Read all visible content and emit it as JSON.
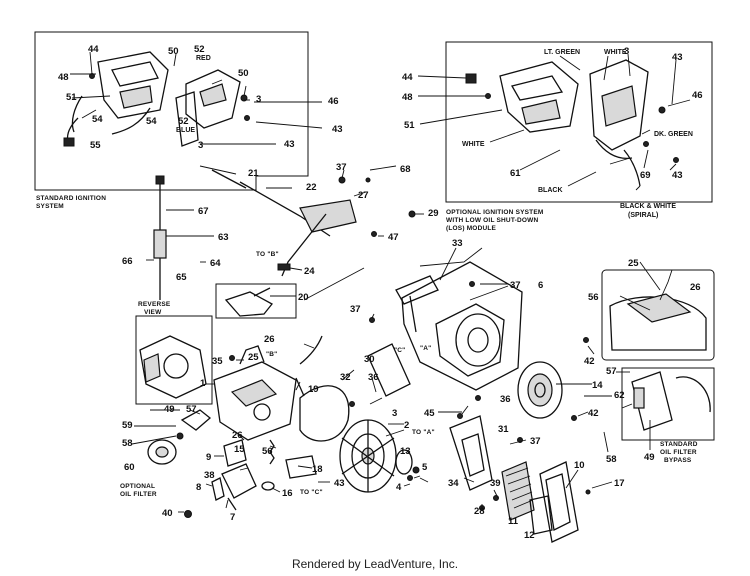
{
  "footer": "Rendered by LeadVenture, Inc.",
  "callouts": {
    "44": "44",
    "48": "48",
    "50": "50",
    "52": "52",
    "51": "51",
    "54": "54",
    "55": "55",
    "3": "3",
    "46": "46",
    "43": "43",
    "21": "21",
    "22": "22",
    "37": "37",
    "68": "68",
    "27": "27",
    "29": "29",
    "47": "47",
    "67": "67",
    "63": "63",
    "66": "66",
    "65": "65",
    "64": "64",
    "24": "24",
    "20": "20",
    "33": "33",
    "6": "6",
    "26": "26",
    "25": "25",
    "56": "56",
    "35": "35",
    "19": "19",
    "32": "32",
    "30": "30",
    "36": "36",
    "1": "1",
    "49": "49",
    "57": "57",
    "59": "59",
    "58": "58",
    "60": "60",
    "38": "38",
    "9": "9",
    "15": "15",
    "8": "8",
    "18": "18",
    "2": "2",
    "13": "13",
    "4": "4",
    "5": "5",
    "45": "45",
    "31": "31",
    "28": "28",
    "39": "39",
    "34": "34",
    "10": "10",
    "11": "11",
    "12": "12",
    "17": "17",
    "16": "16",
    "7": "7",
    "40": "40",
    "42": "42",
    "14": "14",
    "62": "62",
    "61": "61",
    "69": "69"
  },
  "labels": {
    "red": "RED",
    "blue": "BLUE",
    "lt_green": "LT. GREEN",
    "white": "WHITE",
    "dk_green": "DK. GREEN",
    "black": "BLACK",
    "black_white": "BLACK & WHITE",
    "spiral": "(SPIRAL)",
    "std_ignition_1": "STANDARD IGNITION",
    "std_ignition_2": "SYSTEM",
    "opt_ignition_1": "OPTIONAL IGNITION SYSTEM",
    "opt_ignition_2": "WITH LOW OIL SHUT-DOWN",
    "opt_ignition_3": "(LOS) MODULE",
    "reverse_view_1": "REVERSE",
    "reverse_view_2": "VIEW",
    "to_b": "TO \"B\"",
    "to_a": "TO \"A\"",
    "to_c": "TO \"C\"",
    "mark_a": "\"A\"",
    "mark_b": "\"B\"",
    "mark_c": "\"C\"",
    "opt_filter_1": "OPTIONAL",
    "opt_filter_2": "OIL FILTER",
    "std_filter_1": "STANDARD",
    "std_filter_2": "OIL FILTER",
    "std_filter_3": "BYPASS"
  }
}
